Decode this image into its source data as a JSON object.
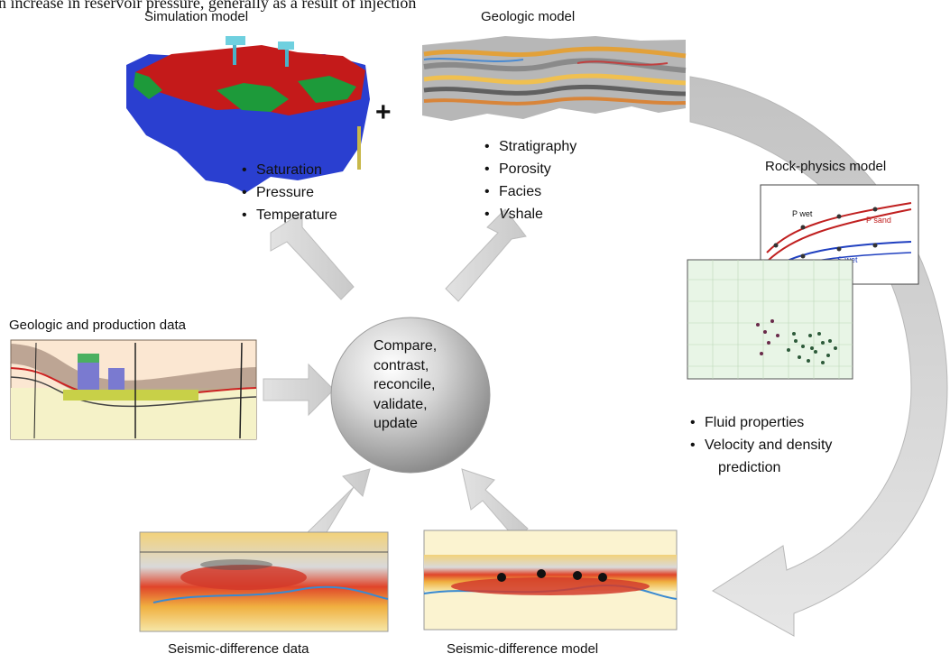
{
  "caption": "n increase in reservoir pressure, generally as a result of injection",
  "simulation": {
    "title": "Simulation model",
    "bullets": [
      "Saturation",
      "Pressure",
      "Temperature"
    ]
  },
  "plus_sign": "+",
  "geologic": {
    "title": "Geologic model",
    "bullets": [
      "Stratigraphy",
      "Porosity",
      "Facies"
    ],
    "bullet4_prefix": "V",
    "bullet4_suffix": "shale"
  },
  "rock_physics": {
    "title": "Rock-physics model",
    "bullets": [
      "Fluid properties",
      "Velocity and density"
    ],
    "bullet_continuation": "prediction",
    "curve_labels": [
      "P wet",
      "P sand",
      "S wet"
    ]
  },
  "geo_production": {
    "title": "Geologic and production data"
  },
  "center": {
    "lines": [
      "Compare,",
      "contrast,",
      "reconcile,",
      "validate,",
      "update"
    ]
  },
  "seismic_data": {
    "title": "Seismic-difference data"
  },
  "seismic_model": {
    "title": "Seismic-difference model"
  }
}
